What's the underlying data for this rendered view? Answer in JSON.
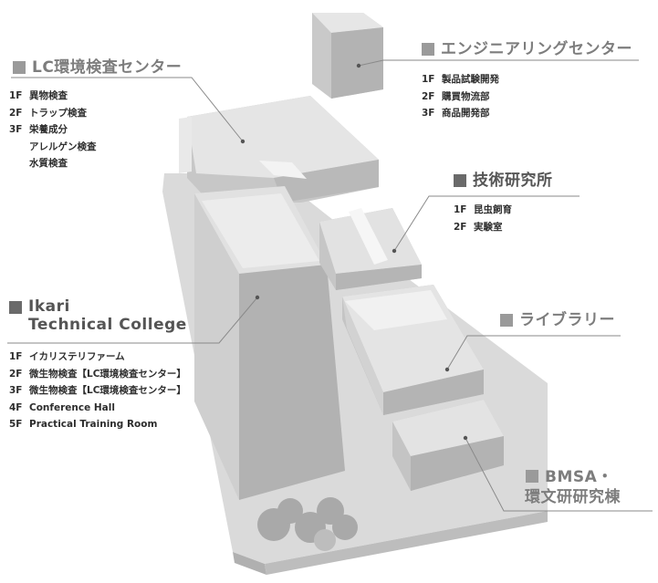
{
  "buildings": {
    "lc": {
      "title": "LC環境検査センター",
      "floors": [
        {
          "floor": "1F",
          "text": "異物検査"
        },
        {
          "floor": "2F",
          "text": "トラップ検査"
        },
        {
          "floor": "3F",
          "text": "栄養成分"
        },
        {
          "floor": "",
          "text": "アレルゲン検査"
        },
        {
          "floor": "",
          "text": "水質検査"
        }
      ]
    },
    "engineering": {
      "title": "エンジニアリングセンター",
      "floors": [
        {
          "floor": "1F",
          "text": "製品試験開発"
        },
        {
          "floor": "2F",
          "text": "購買物流部"
        },
        {
          "floor": "3F",
          "text": "商品開発部"
        }
      ]
    },
    "tech_lab": {
      "title": "技術研究所",
      "floors": [
        {
          "floor": "1F",
          "text": "昆虫飼育"
        },
        {
          "floor": "2F",
          "text": "実験室"
        }
      ]
    },
    "ikari": {
      "title_line1": "Ikari",
      "title_line2": "Technical College",
      "floors": [
        {
          "floor": "1F",
          "text": "イカリステリファーム"
        },
        {
          "floor": "2F",
          "text": "微生物検査【LC環境検査センター】"
        },
        {
          "floor": "3F",
          "text": "微生物検査【LC環境検査センター】"
        },
        {
          "floor": "4F",
          "text": "Conference Hall"
        },
        {
          "floor": "5F",
          "text": "Practical Training Room"
        }
      ]
    },
    "library": {
      "title": "ライブラリー"
    },
    "bmsa": {
      "title_line1": "BMSA・",
      "title_line2": "環文研研究棟"
    }
  },
  "colors": {
    "roof": "#e3e3e3",
    "wall_dark": "#b7b7b7",
    "wall_mid": "#cbcbcb",
    "ground": "#d9d9d9",
    "marker": "#9a9a9a",
    "leader": "#8a8a8a"
  }
}
